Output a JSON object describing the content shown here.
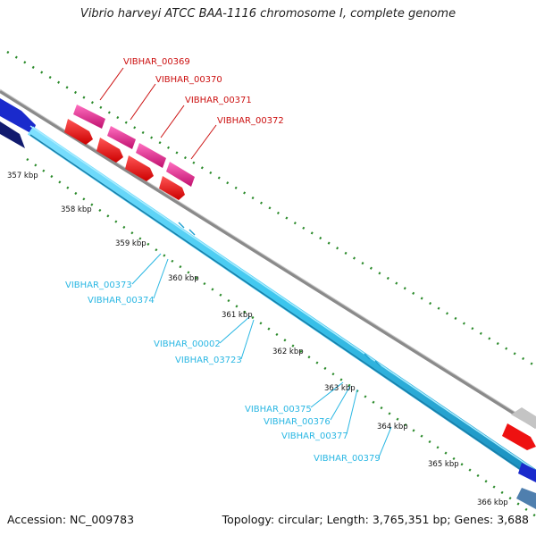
{
  "title": "Vibrio harveyi ATCC BAA-1116 chromosome I, complete genome",
  "accession": "Accession: NC_009783",
  "topology": "Topology: circular; Length: 3,765,351 bp; Genes: 3,688",
  "kbp_labels": [
    "357 kbp",
    "358 kbp",
    "359 kbp",
    "360 kbp",
    "361 kbp",
    "362 kbp",
    "363 kbp",
    "364 kbp",
    "365 kbp",
    "366 kbp"
  ],
  "forward_genes": [
    "VIBHAR_00369",
    "VIBHAR_00370",
    "VIBHAR_00371",
    "VIBHAR_00372"
  ],
  "reverse_genes": [
    "VIBHAR_00373",
    "VIBHAR_00374",
    "VIBHAR_00002",
    "VIBHAR_03723",
    "VIBHAR_00375",
    "VIBHAR_00376",
    "VIBHAR_00377",
    "VIBHAR_00379"
  ],
  "colors": {
    "forward_cds": "#e0208f",
    "forward_arrow": "#ee1111",
    "reverse_strand": "#3cc6ee",
    "backbone": "#888888",
    "ticks": "#2a8a2a",
    "blue_feature": "#1a2acc",
    "navy_feature": "#111a6e"
  }
}
